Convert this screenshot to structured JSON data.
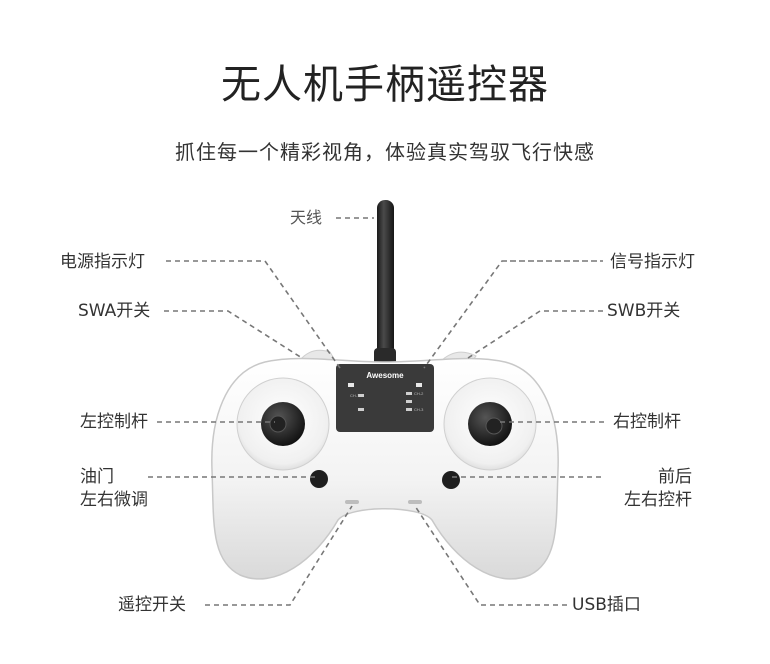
{
  "title": "无人机手柄遥控器",
  "subtitle": "抓住每一个精彩视角，体验真实驾驭飞行快感",
  "labels": {
    "antenna": "天线",
    "power_led": "电源指示灯",
    "signal_led": "信号指示灯",
    "swa": "SWA开关",
    "swb": "SWB开关",
    "left_stick": "左控制杆",
    "right_stick": "右控制杆",
    "throttle_line1": "油门",
    "throttle_line2": "左右微调",
    "pitch_line1": "前后",
    "pitch_line2": "左右控杆",
    "power_switch": "遥控开关",
    "usb": "USB插口"
  },
  "device": {
    "brand": "Awesome",
    "panel_markings": [
      "CH-1",
      "CH-2",
      "CH-3"
    ]
  },
  "colors": {
    "leader_line": "#777777",
    "body": "#f4f4f4",
    "panel": "#3a3a3a",
    "antenna": "#2b2b2b"
  }
}
